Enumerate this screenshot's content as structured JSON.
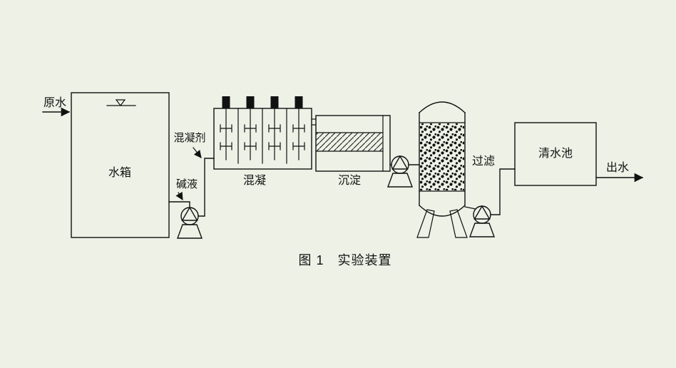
{
  "figure": {
    "caption": "图 1　实验装置",
    "background_color": "#edf1e6",
    "line_color": "#111111"
  },
  "labels": {
    "raw_water": "原水",
    "water_tank": "水箱",
    "coagulant": "混凝剂",
    "alkali_solution": "碱液",
    "coagulation": "混凝",
    "sedimentation": "沉淀",
    "filtration": "过滤",
    "clean_water_pool": "清水池",
    "effluent": "出水"
  }
}
